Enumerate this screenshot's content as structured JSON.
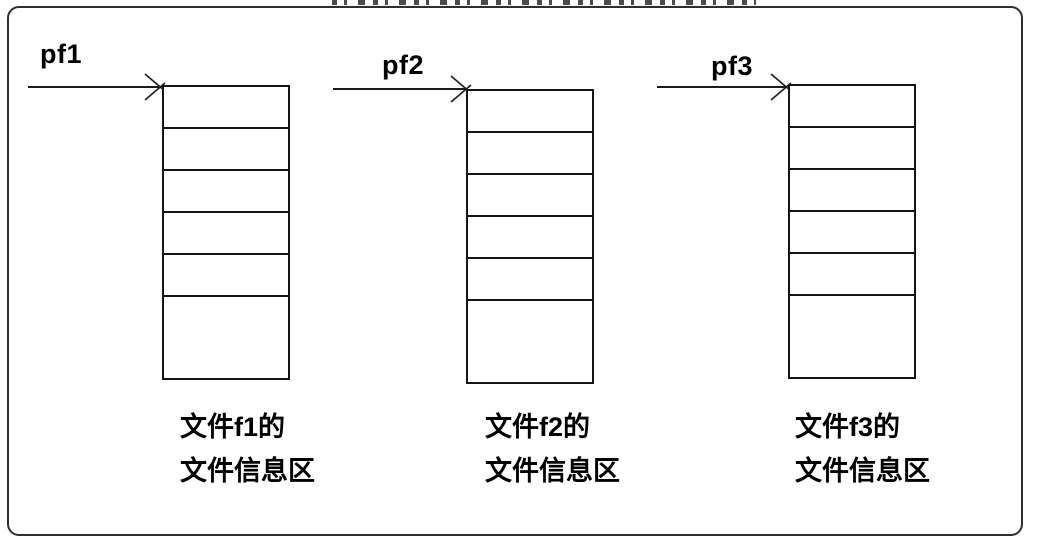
{
  "figure": {
    "cells_per_stack": 6,
    "line_color": "#1b1b1b",
    "border_color": "#2e2e2e",
    "units": [
      {
        "pointer_label": "pf1",
        "caption_line1": "文件f1的",
        "caption_line2": "文件信息区"
      },
      {
        "pointer_label": "pf2",
        "caption_line1": "文件f2的",
        "caption_line2": "文件信息区"
      },
      {
        "pointer_label": "pf3",
        "caption_line1": "文件f3的",
        "caption_line2": "文件信息区"
      }
    ]
  }
}
